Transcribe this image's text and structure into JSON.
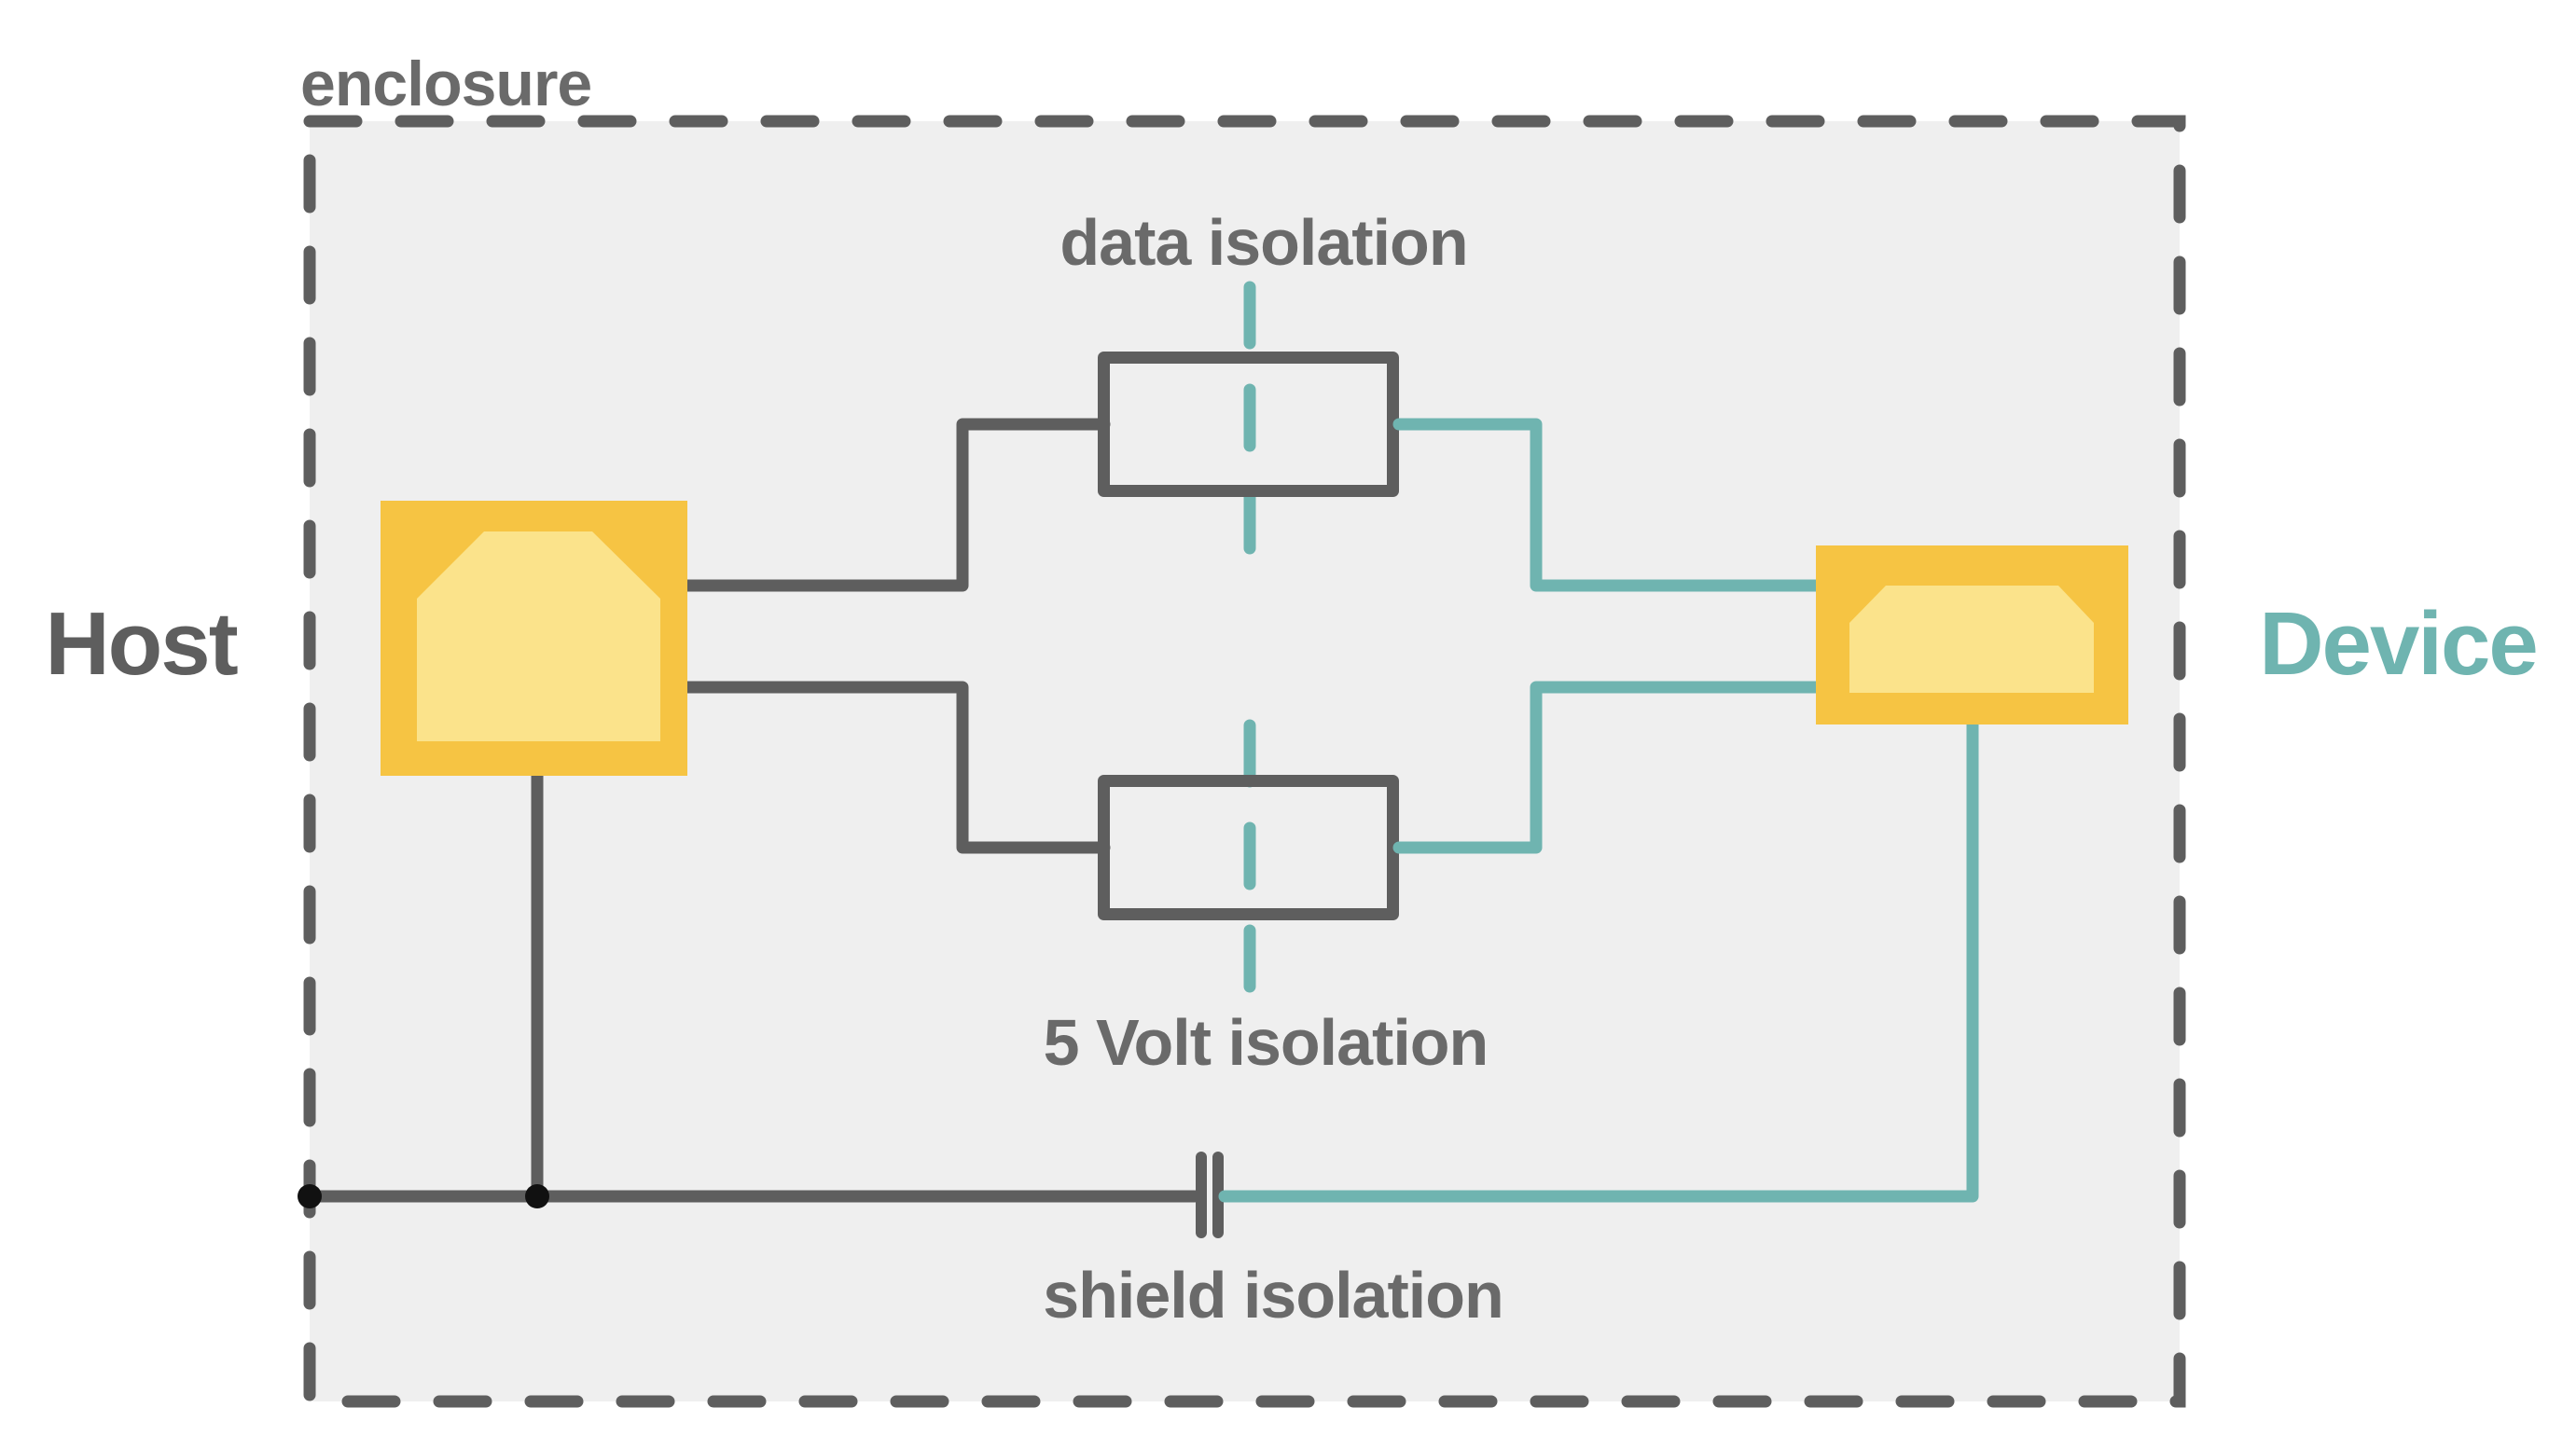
{
  "labels": {
    "enclosure": "enclosure",
    "host": "Host",
    "device": "Device",
    "data_isolation": "data isolation",
    "volt_isolation": "5 Volt isolation",
    "shield_isolation": "shield isolation"
  },
  "colors": {
    "background": "#ffffff",
    "enclosure_fill": "#efefef",
    "line_gray": "#5e5e5e",
    "text_gray": "#6a6a6a",
    "host_text_gray": "#5e5e5e",
    "teal": "#6fb4b0",
    "yellow": "#f6c443",
    "yellow_light": "#fbe38b",
    "junction_black": "#111111"
  }
}
